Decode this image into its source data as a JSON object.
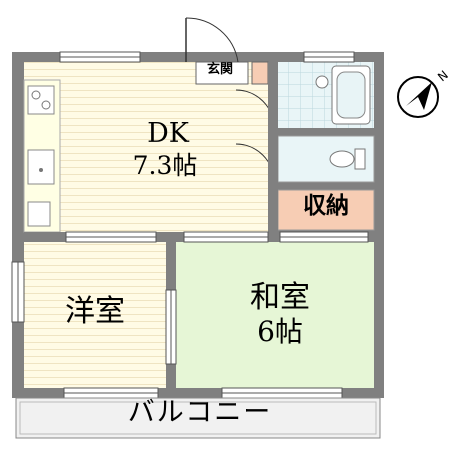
{
  "rooms": {
    "dk": {
      "title": "DK",
      "size": "7.3帖"
    },
    "western": {
      "title": "洋室"
    },
    "japanese": {
      "title": "和室",
      "size": "6帖"
    },
    "storage": {
      "title": "収納"
    },
    "entrance": {
      "title": "玄関"
    },
    "balcony": {
      "title": "バルコニー"
    }
  },
  "compass": {
    "label": "N"
  },
  "colors": {
    "wall": "#808080",
    "dk_floor": "#fffbe5",
    "dk_lines": "#f0e7c9",
    "western_floor": "#fffbe5",
    "japanese_floor": "#e6f6d6",
    "storage_fill": "#f7cdb4",
    "bath_fill": "#e8f4f6",
    "tile_lines": "#bcd7de",
    "kitchen_fill": "#ffffe4",
    "balcony_fill": "#f1f1f1",
    "entrance_fill": "#f7cdb4"
  }
}
